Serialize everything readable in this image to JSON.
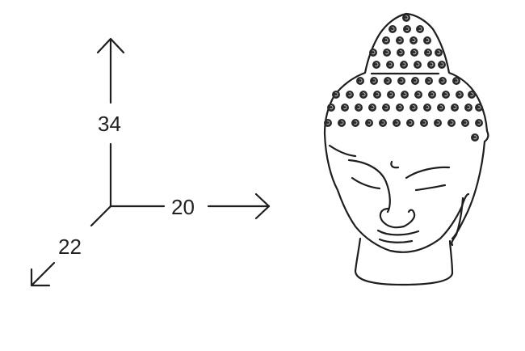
{
  "diagram": {
    "type": "product-dimensions",
    "subject": "buddha-head-line-drawing",
    "stroke_color": "#1e1e1e",
    "background": "#ffffff",
    "dimensions": {
      "height": "34",
      "width": "20",
      "depth": "22"
    }
  }
}
